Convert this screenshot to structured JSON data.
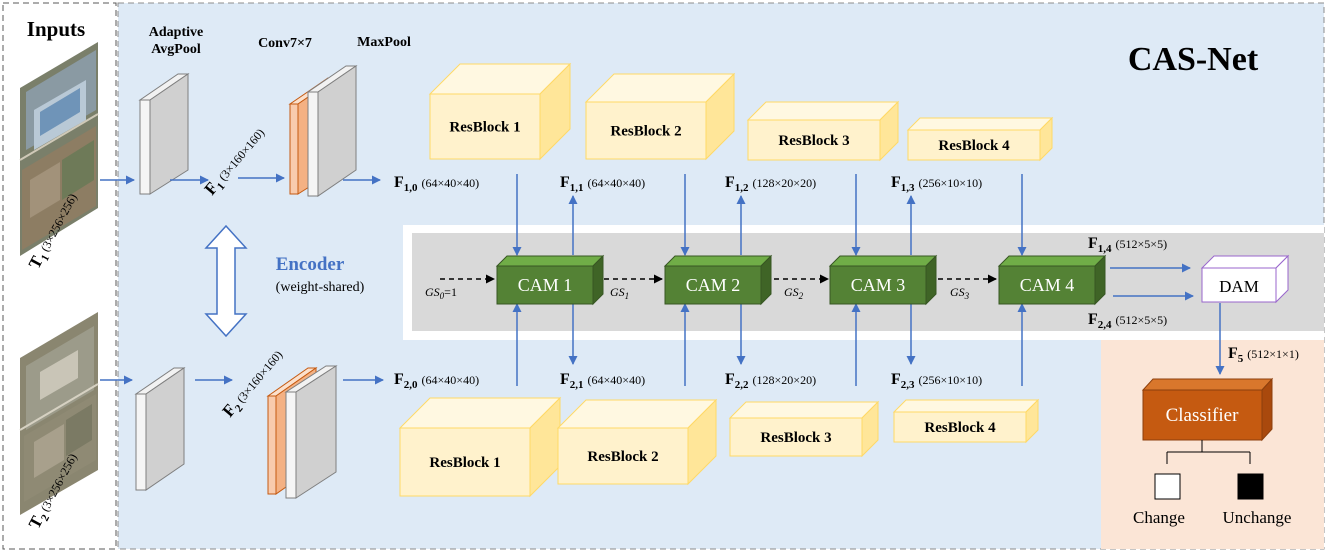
{
  "title": "CAS-Net",
  "inputs": {
    "heading": "Inputs",
    "t1": {
      "label": "T",
      "sub": "1",
      "dims": "(3×256×256)"
    },
    "t2": {
      "label": "T",
      "sub": "2",
      "dims": "(3×256×256)"
    }
  },
  "stem": {
    "adaptive_line1": "Adaptive",
    "adaptive_line2": "AvgPool",
    "conv": "Conv7×7",
    "maxpool": "MaxPool",
    "f1": {
      "label": "F",
      "sub": "1",
      "dims": "(3×160×160)"
    },
    "f2": {
      "label": "F",
      "sub": "2",
      "dims": "(3×160×160)"
    }
  },
  "encoder": {
    "label": "Encoder",
    "note": "(weight-shared)"
  },
  "top_resblocks": [
    "ResBlock 1",
    "ResBlock 2",
    "ResBlock 3",
    "ResBlock 4"
  ],
  "bottom_resblocks": [
    "ResBlock 1",
    "ResBlock 2",
    "ResBlock 3",
    "ResBlock 4"
  ],
  "top_features": [
    {
      "label": "F",
      "sub": "1,0",
      "dims": "(64×40×40)"
    },
    {
      "label": "F",
      "sub": "1,1",
      "dims": "(64×40×40)"
    },
    {
      "label": "F",
      "sub": "1,2",
      "dims": "(128×20×20)"
    },
    {
      "label": "F",
      "sub": "1,3",
      "dims": "(256×10×10)"
    },
    {
      "label": "F",
      "sub": "1,4",
      "dims": "(512×5×5)"
    }
  ],
  "bottom_features": [
    {
      "label": "F",
      "sub": "2,0",
      "dims": "(64×40×40)"
    },
    {
      "label": "F",
      "sub": "2,1",
      "dims": "(64×40×40)"
    },
    {
      "label": "F",
      "sub": "2,2",
      "dims": "(128×20×20)"
    },
    {
      "label": "F",
      "sub": "2,3",
      "dims": "(256×10×10)"
    },
    {
      "label": "F",
      "sub": "2,4",
      "dims": "(512×5×5)"
    }
  ],
  "cams": [
    "CAM 1",
    "CAM 2",
    "CAM 3",
    "CAM 4"
  ],
  "gs": [
    {
      "label": "GS",
      "sub": "0",
      "suffix": "=1"
    },
    {
      "label": "GS",
      "sub": "1",
      "suffix": ""
    },
    {
      "label": "GS",
      "sub": "2",
      "suffix": ""
    },
    {
      "label": "GS",
      "sub": "3",
      "suffix": ""
    }
  ],
  "dam": "DAM",
  "f5": {
    "label": "F",
    "sub": "5",
    "dims": "(512×1×1)"
  },
  "classifier": "Classifier",
  "outputs": {
    "change": "Change",
    "unchange": "Unchange"
  },
  "colors": {
    "background_blue": "#deeaf6",
    "gray_band": "#d9d9d9",
    "peach_panel": "#fbe5d6",
    "arrow_blue": "#4472c4",
    "encoder_blue": "#4472c4",
    "cam_green": "#548235",
    "resblock_yellow": "#fff2cc",
    "resblock_edge": "#ffd966",
    "classifier_orange": "#c55a11",
    "conv_orange": "#f8cbad"
  }
}
